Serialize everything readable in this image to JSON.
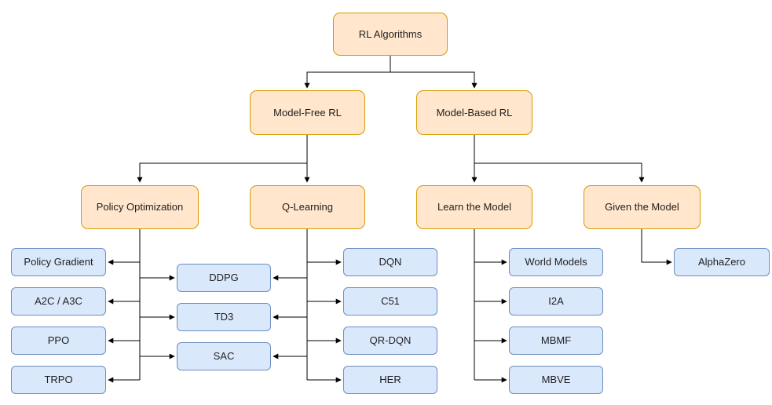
{
  "nodes": {
    "root": "RL Algorithms",
    "model_free": "Model-Free RL",
    "model_based": "Model-Based RL",
    "policy_optimization": "Policy Optimization",
    "q_learning": "Q-Learning",
    "learn_the_model": "Learn the Model",
    "given_the_model": "Given the Model",
    "policy_opt_leaves": [
      "Policy Gradient",
      "A2C / A3C",
      "PPO",
      "TRPO"
    ],
    "shared_leaves": [
      "DDPG",
      "TD3",
      "SAC"
    ],
    "q_learning_leaves": [
      "DQN",
      "C51",
      "QR-DQN",
      "HER"
    ],
    "learn_model_leaves": [
      "World Models",
      "I2A",
      "MBMF",
      "MBVE"
    ],
    "given_model_leaves": [
      "AlphaZero"
    ]
  },
  "colors": {
    "category_fill": "#FFE6CC",
    "category_border": "#D79B00",
    "leaf_fill": "#DAE8FC",
    "leaf_border": "#6C8EBF",
    "connector": "#000000",
    "background": "#FFFFFF"
  }
}
